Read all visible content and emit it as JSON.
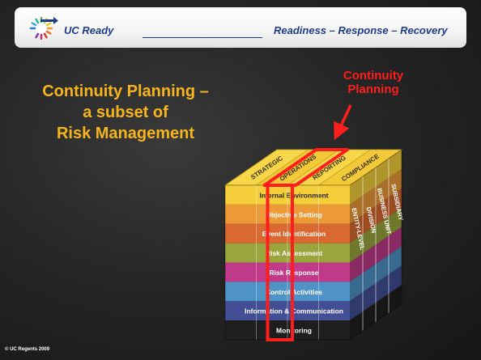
{
  "header": {
    "brand": "UC Ready",
    "tagline": "Readiness – Response – Recovery",
    "logo_icon": "sunburst-arrow-icon"
  },
  "title": {
    "line1": "Continuity Planning –",
    "line2": "a subset of",
    "line3": "Risk Management"
  },
  "callout": {
    "line1": "Continuity",
    "line2": "Planning"
  },
  "cube": {
    "top_labels": [
      "STRATEGIC",
      "OPERATIONS",
      "REPORTING",
      "COMPLIANCE"
    ],
    "layers": [
      {
        "label": "Internal Environment",
        "color": "#f5cf3b"
      },
      {
        "label": "Objective Setting",
        "color": "#ec9a38"
      },
      {
        "label": "Event Identification",
        "color": "#d96930"
      },
      {
        "label": "Risk Assessment",
        "color": "#9aa63d"
      },
      {
        "label": "Risk Response",
        "color": "#bf3a88"
      },
      {
        "label": "Control Activities",
        "color": "#4e92c6"
      },
      {
        "label": "Information & Communication",
        "color": "#434f94"
      },
      {
        "label": "Monitoring",
        "color": "#1e1e1e"
      }
    ],
    "side_labels": [
      "ENTITY-LEVEL",
      "DIVISION",
      "BUSINESS UNIT",
      "SUBSIDIARY"
    ],
    "highlight_color": "#ff1e1e"
  },
  "footer": {
    "copyright": "© UC Regents 2009"
  }
}
